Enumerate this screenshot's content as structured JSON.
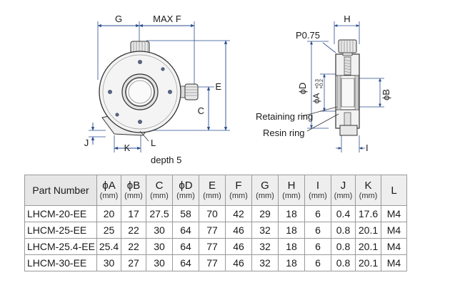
{
  "drawing": {
    "labels": {
      "g": "G",
      "max_f": "MAX F",
      "e": "E",
      "c": "C",
      "j": "J",
      "k": "K",
      "l": "L",
      "depth": "depth 5",
      "h": "H",
      "p075": "P0.75",
      "d": "ϕD",
      "a_tol": "ϕA",
      "tol_top": "+0.3",
      "tol_bottom": "+0.2",
      "b": "ϕB",
      "retaining_ring": "Retaining ring",
      "resin_ring": "Resin ring",
      "i": "I"
    },
    "colors": {
      "dimension": "#2a4d8f",
      "line": "#333333",
      "body_fill": "#f4f4f4"
    }
  },
  "table": {
    "part_number_header": "Part Number",
    "columns": [
      {
        "symbol": "ϕA",
        "unit": "(mm)"
      },
      {
        "symbol": "ϕB",
        "unit": "(mm)"
      },
      {
        "symbol": "C",
        "unit": "(mm)"
      },
      {
        "symbol": "ϕD",
        "unit": "(mm)"
      },
      {
        "symbol": "E",
        "unit": "(mm)"
      },
      {
        "symbol": "F",
        "unit": "(mm)"
      },
      {
        "symbol": "G",
        "unit": "(mm)"
      },
      {
        "symbol": "H",
        "unit": "(mm)"
      },
      {
        "symbol": "I",
        "unit": "(mm)"
      },
      {
        "symbol": "J",
        "unit": "(mm)"
      },
      {
        "symbol": "K",
        "unit": "(mm)"
      },
      {
        "symbol": "L",
        "unit": ""
      }
    ],
    "rows": [
      {
        "part": "LHCM-20-EE",
        "values": [
          "20",
          "17",
          "27.5",
          "58",
          "70",
          "42",
          "29",
          "18",
          "6",
          "0.4",
          "17.6",
          "M4"
        ]
      },
      {
        "part": "LHCM-25-EE",
        "values": [
          "25",
          "22",
          "30",
          "64",
          "77",
          "46",
          "32",
          "18",
          "6",
          "0.8",
          "20.1",
          "M4"
        ]
      },
      {
        "part": "LHCM-25.4-EE",
        "values": [
          "25.4",
          "22",
          "30",
          "64",
          "77",
          "46",
          "32",
          "18",
          "6",
          "0.8",
          "20.1",
          "M4"
        ]
      },
      {
        "part": "LHCM-30-EE",
        "values": [
          "30",
          "27",
          "30",
          "64",
          "77",
          "46",
          "32",
          "18",
          "6",
          "0.8",
          "20.1",
          "M4"
        ]
      }
    ]
  }
}
